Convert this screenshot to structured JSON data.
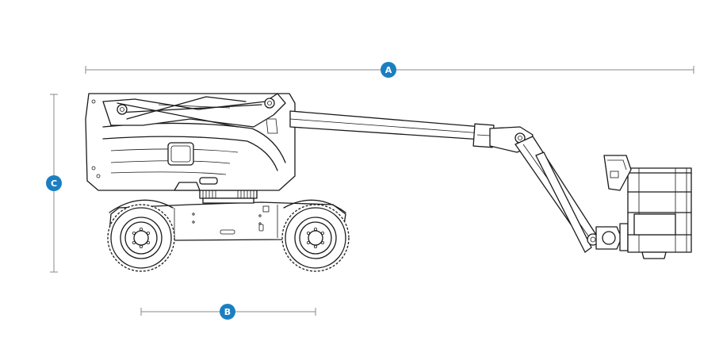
{
  "dimensions": {
    "a": {
      "label": "A"
    },
    "b": {
      "label": "B"
    },
    "c": {
      "label": "C"
    }
  },
  "colors": {
    "badge": "#1a7fc1",
    "dimension_line": "#8a8a8a",
    "outline": "#1a1a1a"
  }
}
